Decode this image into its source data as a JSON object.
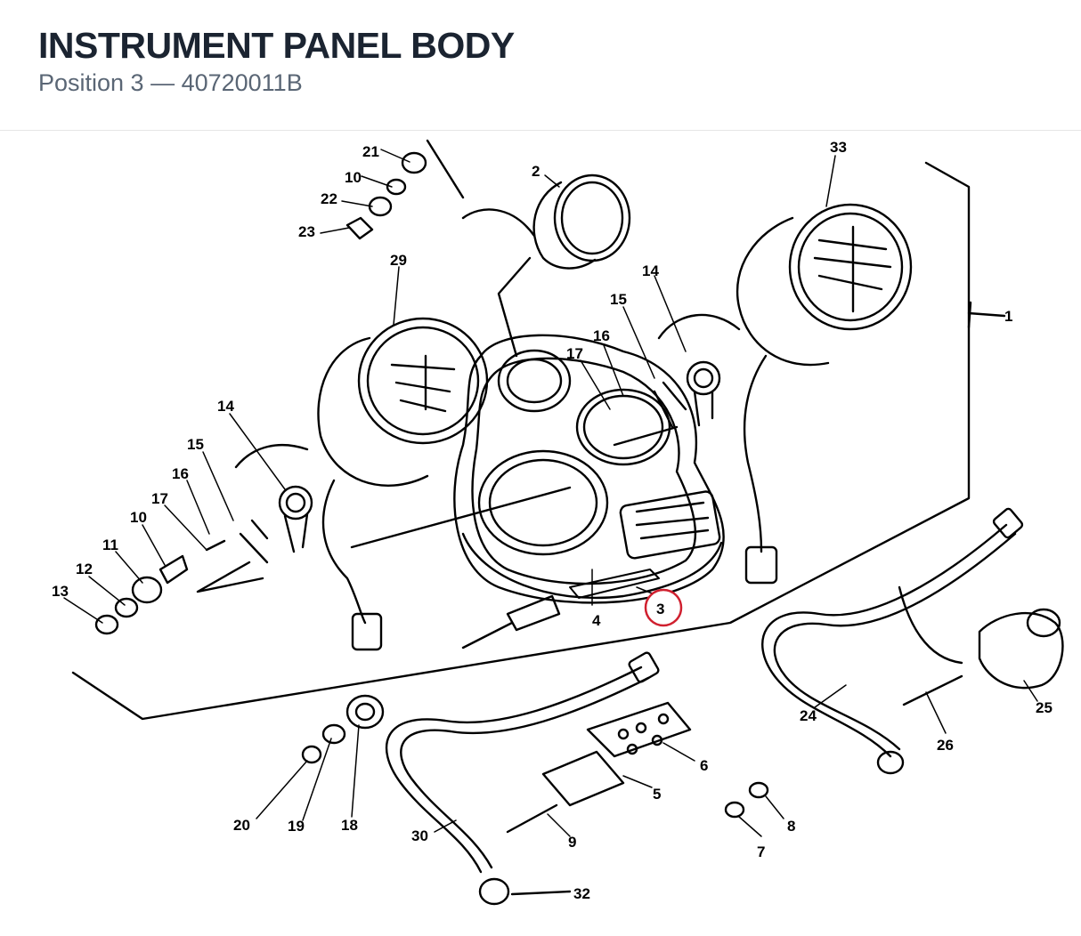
{
  "header": {
    "title": "INSTRUMENT PANEL BODY",
    "subtitle": "Position 3 — 40720011B"
  },
  "diagram": {
    "highlight_color": "#d0202f",
    "highlighted_callout": "3",
    "callouts": {
      "c1": "1",
      "c2": "2",
      "c3": "3",
      "c4": "4",
      "c5": "5",
      "c6": "6",
      "c7": "7",
      "c8": "8",
      "c9": "9",
      "c10a": "10",
      "c10b": "10",
      "c11": "11",
      "c12": "12",
      "c13": "13",
      "c14a": "14",
      "c14b": "14",
      "c15a": "15",
      "c15b": "15",
      "c16a": "16",
      "c16b": "16",
      "c17a": "17",
      "c17b": "17",
      "c18": "18",
      "c19": "19",
      "c20": "20",
      "c21": "21",
      "c22": "22",
      "c23": "23",
      "c24": "24",
      "c25": "25",
      "c26": "26",
      "c29": "29",
      "c30": "30",
      "c32": "32",
      "c33": "33"
    }
  }
}
